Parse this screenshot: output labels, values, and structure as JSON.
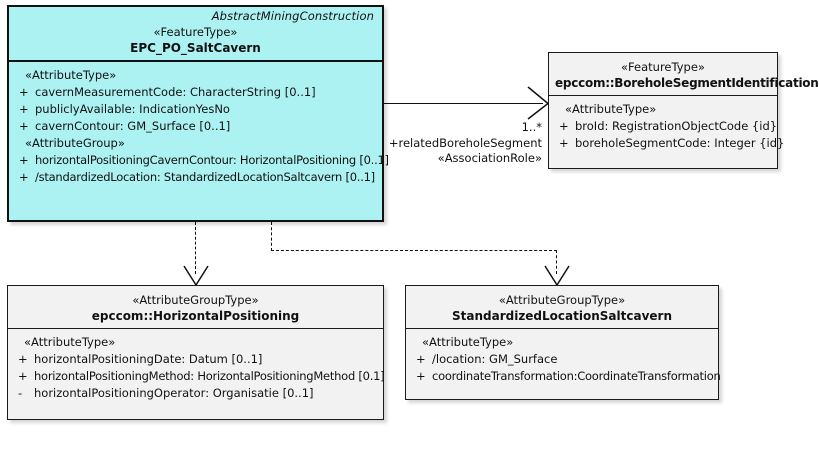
{
  "diagram": {
    "type": "uml-class-diagram",
    "background": "#ffffff",
    "accent_fill": "#adf2f2",
    "neutral_fill": "#f2f2f2",
    "line_color": "#111111"
  },
  "main_class": {
    "frame_title": "AbstractMiningConstruction",
    "stereotype": "«FeatureType»",
    "name": "EPC_PO_SaltCavern",
    "sections": [
      {
        "group": "«AttributeType»",
        "attributes": [
          {
            "vis": "+",
            "text": "cavernMeasurementCode: CharacterString [0..1]"
          },
          {
            "vis": "+",
            "text": "publiclyAvailable: IndicationYesNo"
          },
          {
            "vis": "+",
            "text": "cavernContour: GM_Surface [0..1]"
          }
        ]
      },
      {
        "group": "«AttributeGroup»",
        "attributes": [
          {
            "vis": "+",
            "text": "horizontalPositioningCavernContour: HorizontalPositioning [0..1]"
          },
          {
            "vis": "+",
            "text": "/standardizedLocation: StandardizedLocationSaltcavern [0..1]"
          }
        ]
      }
    ]
  },
  "borehole_class": {
    "stereotype": "«FeatureType»",
    "name": "epccom::BoreholeSegmentIdentification",
    "sections": [
      {
        "group": "«AttributeType»",
        "attributes": [
          {
            "vis": "+",
            "text": "broId: RegistrationObjectCode {id}"
          },
          {
            "vis": "+",
            "text": "boreholeSegmentCode: Integer {id}"
          }
        ]
      }
    ]
  },
  "horizontal_positioning_class": {
    "stereotype": "«AttributeGroupType»",
    "name": "epccom::HorizontalPositioning",
    "sections": [
      {
        "group": "«AttributeType»",
        "attributes": [
          {
            "vis": "+",
            "text": "horizontalPositioningDate: Datum [0..1]"
          },
          {
            "vis": "+",
            "text": "horizontalPositioningMethod: HorizontalPositioningMethod [0.1]"
          },
          {
            "vis": "-",
            "text": "horizontalPositioningOperator: Organisatie [0..1]"
          }
        ]
      }
    ]
  },
  "standardized_location_class": {
    "stereotype": "«AttributeGroupType»",
    "name": "StandardizedLocationSaltcavern",
    "sections": [
      {
        "group": "«AttributeType»",
        "attributes": [
          {
            "vis": "+",
            "text": "/location: GM_Surface"
          },
          {
            "vis": "+",
            "text": "coordinateTransformation:CoordinateTransformation"
          }
        ]
      }
    ]
  },
  "association": {
    "multiplicity": "1..*",
    "role_name": "+relatedBoreholeSegment",
    "stereotype": "«AssociationRole»"
  }
}
